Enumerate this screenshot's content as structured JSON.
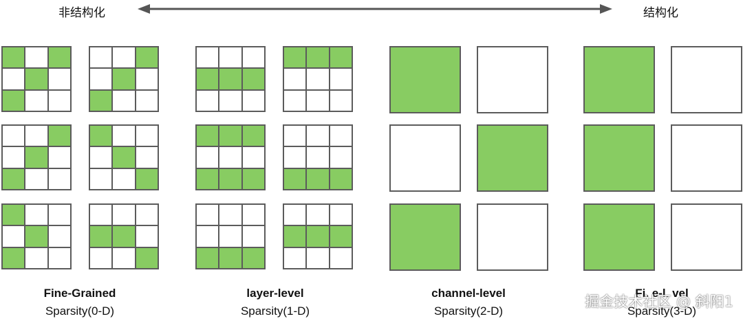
{
  "header": {
    "left_label": "非结构化",
    "right_label": "结构化"
  },
  "colors": {
    "filled": "#88cc62",
    "empty": "#ffffff",
    "border": "#5b5b5b"
  },
  "groups": [
    {
      "title": "Fine-Grained",
      "subtitle": "Sparsity(0-D)",
      "kind": "cells",
      "rows": [
        [
          [
            1,
            0,
            1,
            0,
            1,
            0,
            1,
            0,
            0
          ],
          [
            0,
            0,
            1,
            0,
            1,
            0,
            1,
            0,
            0
          ]
        ],
        [
          [
            0,
            0,
            1,
            0,
            1,
            0,
            1,
            0,
            0
          ],
          [
            1,
            0,
            0,
            0,
            1,
            0,
            0,
            0,
            1
          ]
        ],
        [
          [
            1,
            0,
            0,
            0,
            1,
            0,
            1,
            0,
            0
          ],
          [
            0,
            0,
            0,
            1,
            1,
            0,
            0,
            0,
            1
          ]
        ]
      ]
    },
    {
      "title": "layer-level",
      "subtitle": "Sparsity(1-D)",
      "kind": "cells",
      "rows": [
        [
          [
            0,
            0,
            0,
            1,
            1,
            1,
            0,
            0,
            0
          ],
          [
            1,
            1,
            1,
            0,
            0,
            0,
            0,
            0,
            0
          ]
        ],
        [
          [
            1,
            1,
            1,
            0,
            0,
            0,
            1,
            1,
            1
          ],
          [
            0,
            0,
            0,
            0,
            0,
            0,
            1,
            1,
            1
          ]
        ],
        [
          [
            0,
            0,
            0,
            0,
            0,
            0,
            1,
            1,
            1
          ],
          [
            0,
            0,
            0,
            1,
            1,
            1,
            0,
            0,
            0
          ]
        ]
      ]
    },
    {
      "title": "channel-level",
      "subtitle": "Sparsity(2-D)",
      "kind": "blocks",
      "rows": [
        [
          1,
          0
        ],
        [
          0,
          1
        ],
        [
          1,
          0
        ]
      ]
    },
    {
      "title": "Fi. e-l. vel",
      "subtitle": "Sparsity(3-D)",
      "kind": "blocks",
      "rows": [
        [
          1,
          0
        ],
        [
          1,
          0
        ],
        [
          1,
          0
        ]
      ]
    }
  ],
  "watermark": "掘金技术社区 @ 斜阳1"
}
